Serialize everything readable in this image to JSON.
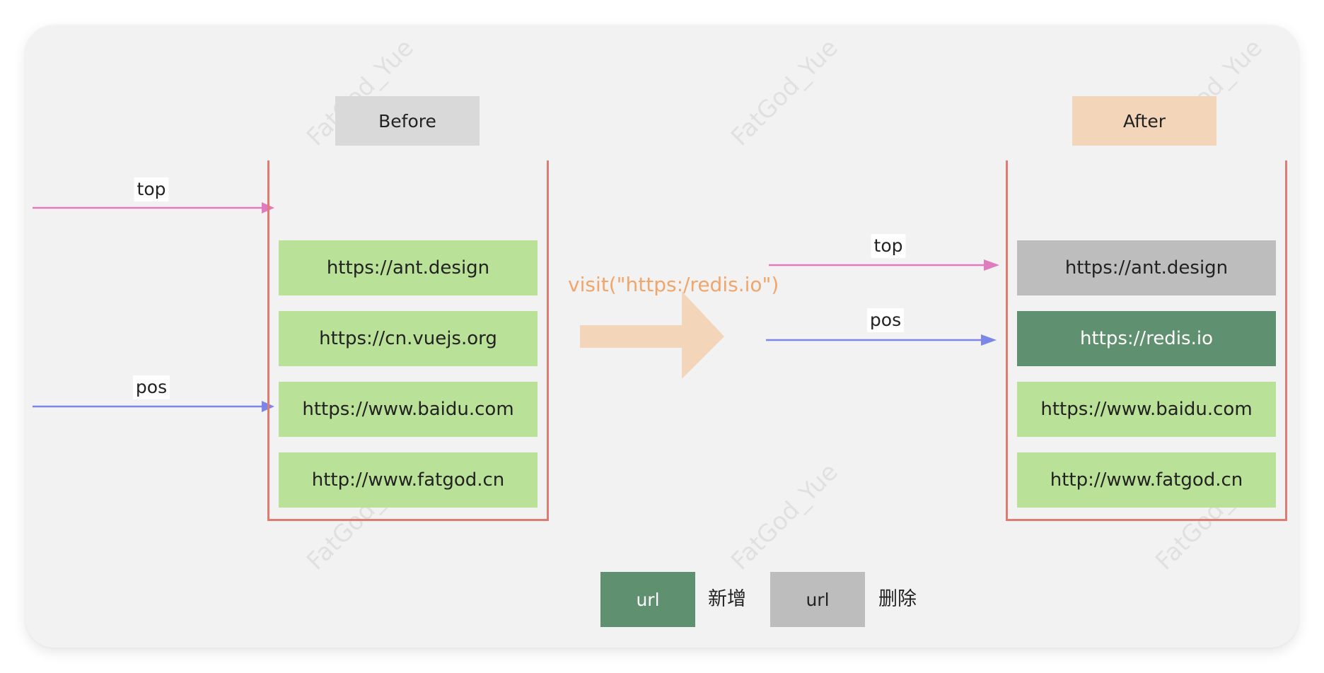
{
  "watermark": "FatGod_Yue",
  "before": {
    "title": "Before",
    "urls": [
      "https://ant.design",
      "https://cn.vuejs.org",
      "https://www.baidu.com",
      "http://www.fatgod.cn"
    ]
  },
  "after": {
    "title": "After",
    "urls": [
      "https://ant.design",
      "https://redis.io",
      "https://www.baidu.com",
      "http://www.fatgod.cn"
    ],
    "states": [
      "removed",
      "added",
      "normal",
      "normal"
    ]
  },
  "pointers": {
    "top": "top",
    "pos": "pos"
  },
  "operation": "visit(\"https:/redis.io\")",
  "legend": {
    "added_swatch": "url",
    "added_label": "新增",
    "removed_swatch": "url",
    "removed_label": "删除"
  },
  "colors": {
    "normal": "#b9e197",
    "added": "#5f9070",
    "removed": "#bdbdbd",
    "before_header": "#d9d9d9",
    "after_header": "#f3d5ba",
    "top_arrow": "#e07bbf",
    "pos_arrow": "#7b86e8",
    "stack_border": "#e07b74",
    "operation": "#f0a66b"
  }
}
